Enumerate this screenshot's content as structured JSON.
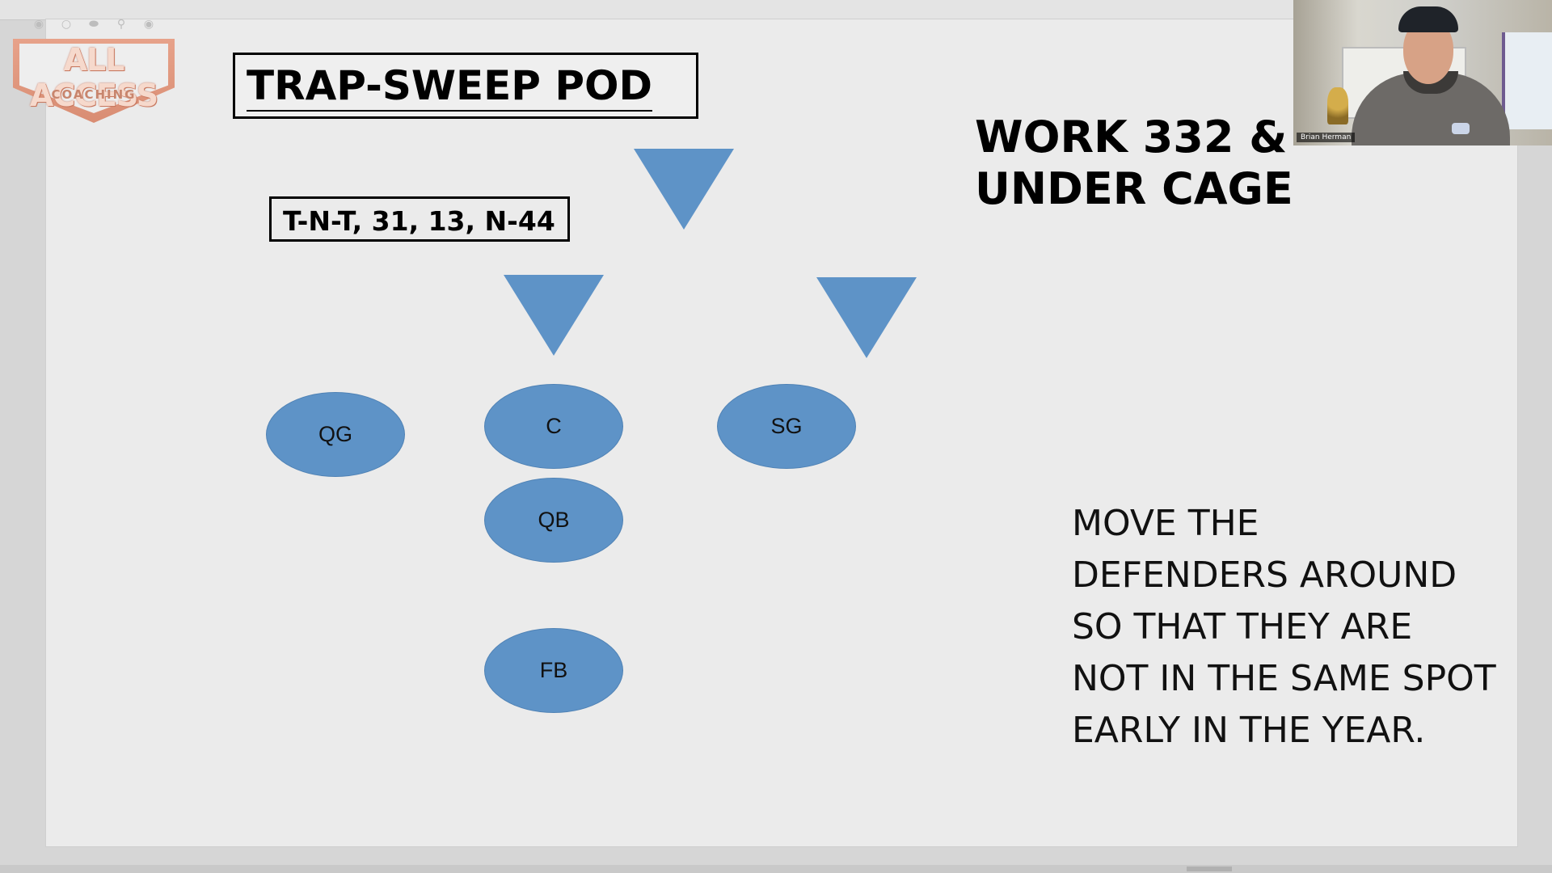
{
  "brand": {
    "name": "ALL ACCESS",
    "sub": "COACHING",
    "icons": [
      "volleyball-icon",
      "baseball-icon",
      "football-icon",
      "lacrosse-icon",
      "kettlebell-icon"
    ]
  },
  "slide": {
    "title": "TRAP-SWEEP POD",
    "calls": "T-N-T, 31, 13, N-44",
    "work_lines": [
      "WORK 332 &",
      "UNDER CAGE"
    ],
    "note_lines": [
      "MOVE THE",
      "DEFENDERS AROUND",
      "SO THAT THEY ARE",
      "NOT IN THE SAME SPOT",
      "EARLY IN THE YEAR."
    ],
    "players": {
      "qg": "QG",
      "c": "C",
      "sg": "SG",
      "qb": "QB",
      "fb": "FB"
    },
    "colors": {
      "shape_fill": "#5e93c7",
      "background": "#ebebeb"
    }
  },
  "webcam": {
    "name_tag": "Brian Herman"
  }
}
